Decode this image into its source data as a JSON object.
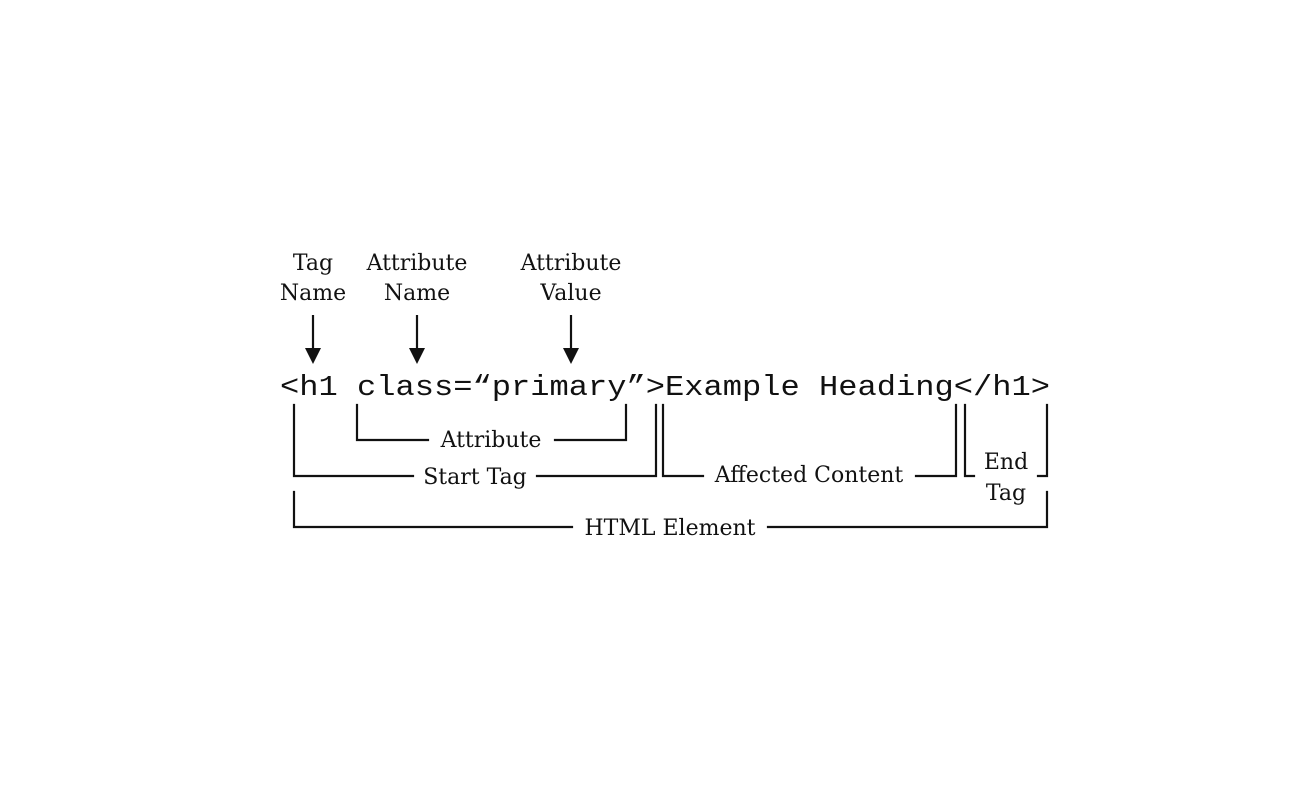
{
  "code_line": "<h1 class=“primary”>Example Heading</h1>",
  "top_labels": {
    "tag_name": [
      "Tag",
      "Name"
    ],
    "attribute_name": [
      "Attribute",
      "Name"
    ],
    "attribute_value": [
      "Attribute",
      "Value"
    ]
  },
  "bottom_labels": {
    "attribute": "Attribute",
    "start_tag": "Start Tag",
    "affected_content": "Affected Content",
    "end_tag": [
      "End",
      "Tag"
    ],
    "html_element": "HTML Element"
  }
}
